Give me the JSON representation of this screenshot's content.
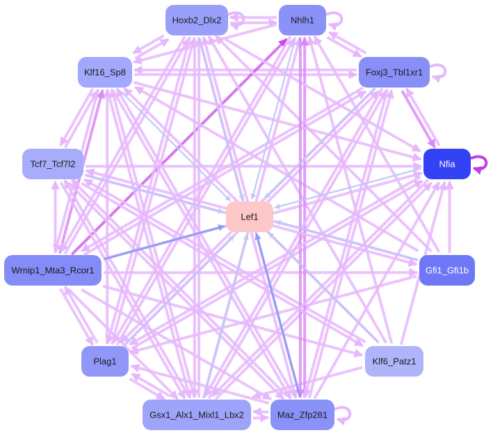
{
  "diagram": {
    "type": "gene-regulatory-network",
    "colors": {
      "edge_pink": "#e6b8fb",
      "edge_violet": "#d98cf5",
      "edge_strong": "#c94ae8",
      "edge_blue": "#c0c8f7",
      "edge_blue_strong": "#8e9cf2",
      "lef1_fill": "#fcc8c8",
      "nfia_fill": "#3442f5",
      "self_loop_nfia": "#c13ee0"
    },
    "nodes": [
      {
        "id": "Hoxb2_Dlx2",
        "label": "Hoxb2_Dlx2",
        "fill": "#9aa0fa",
        "text": "#1a1a1a"
      },
      {
        "id": "Nhlh1",
        "label": "Nhlh1",
        "fill": "#8a92f8",
        "text": "#1a1a1a"
      },
      {
        "id": "Klf16_Sp8",
        "label": "Klf16_Sp8",
        "fill": "#a2a8fb",
        "text": "#1a1a1a"
      },
      {
        "id": "Foxj3_Tbl1xr1",
        "label": "Foxj3_Tbl1xr1",
        "fill": "#8890f8",
        "text": "#1a1a1a"
      },
      {
        "id": "Tcf7_Tcf7l2",
        "label": "Tcf7_Tcf7l2",
        "fill": "#a7adfb",
        "text": "#1a1a1a"
      },
      {
        "id": "Nfia",
        "label": "Nfia",
        "fill": "#3442f5",
        "text": "#ffffff"
      },
      {
        "id": "Lef1",
        "label": "Lef1",
        "fill": "#fcc8c8",
        "text": "#1a1a1a"
      },
      {
        "id": "Wrnip1_Mta3_Rcor1",
        "label": "Wrnip1_Mta3_Rcor1",
        "fill": "#848cf7",
        "text": "#1a1a1a"
      },
      {
        "id": "Gfi1_Gfi1b",
        "label": "Gfi1_Gfi1b",
        "fill": "#6e78f6",
        "text": "#ffffff"
      },
      {
        "id": "Plag1",
        "label": "Plag1",
        "fill": "#9197f9",
        "text": "#1a1a1a"
      },
      {
        "id": "Klf6_Patz1",
        "label": "Klf6_Patz1",
        "fill": "#b0b5fb",
        "text": "#1a1a1a"
      },
      {
        "id": "Gsx1_Alx1_Mixl1_Lbx2",
        "label": "Gsx1_Alx1_Mixl1_Lbx2",
        "fill": "#9ea4fa",
        "text": "#1a1a1a"
      },
      {
        "id": "Maz_Zfp281",
        "label": "Maz_Zfp281",
        "fill": "#8a92f8",
        "text": "#1a1a1a"
      }
    ],
    "edges": [
      {
        "from": "Hoxb2_Dlx2",
        "to": "Nhlh1",
        "kind": "pink"
      },
      {
        "from": "Nhlh1",
        "to": "Hoxb2_Dlx2",
        "kind": "pink"
      },
      {
        "from": "Hoxb2_Dlx2",
        "to": "Klf16_Sp8",
        "kind": "pink"
      },
      {
        "from": "Klf16_Sp8",
        "to": "Hoxb2_Dlx2",
        "kind": "pink"
      },
      {
        "from": "Klf16_Sp8",
        "to": "Foxj3_Tbl1xr1",
        "kind": "pink"
      },
      {
        "from": "Foxj3_Tbl1xr1",
        "to": "Klf16_Sp8",
        "kind": "pink"
      },
      {
        "from": "Nhlh1",
        "to": "Foxj3_Tbl1xr1",
        "kind": "pink"
      },
      {
        "from": "Foxj3_Tbl1xr1",
        "to": "Nhlh1",
        "kind": "pink"
      },
      {
        "from": "Foxj3_Tbl1xr1",
        "to": "Nfia",
        "kind": "violet"
      },
      {
        "from": "Nfia",
        "to": "Foxj3_Tbl1xr1",
        "kind": "pink"
      },
      {
        "from": "Klf16_Sp8",
        "to": "Tcf7_Tcf7l2",
        "kind": "pink"
      },
      {
        "from": "Tcf7_Tcf7l2",
        "to": "Klf16_Sp8",
        "kind": "pink"
      },
      {
        "from": "Tcf7_Tcf7l2",
        "to": "Nfia",
        "kind": "pink"
      },
      {
        "from": "Wrnip1_Mta3_Rcor1",
        "to": "Tcf7_Tcf7l2",
        "kind": "pink"
      },
      {
        "from": "Wrnip1_Mta3_Rcor1",
        "to": "Nhlh1",
        "kind": "strong"
      },
      {
        "from": "Wrnip1_Mta3_Rcor1",
        "to": "Nfia",
        "kind": "pink"
      },
      {
        "from": "Wrnip1_Mta3_Rcor1",
        "to": "Gfi1_Gfi1b",
        "kind": "pink"
      },
      {
        "from": "Wrnip1_Mta3_Rcor1",
        "to": "Plag1",
        "kind": "pink"
      },
      {
        "from": "Plag1",
        "to": "Wrnip1_Mta3_Rcor1",
        "kind": "pink"
      },
      {
        "from": "Wrnip1_Mta3_Rcor1",
        "to": "Hoxb2_Dlx2",
        "kind": "pink"
      },
      {
        "from": "Wrnip1_Mta3_Rcor1",
        "to": "Klf16_Sp8",
        "kind": "violet"
      },
      {
        "from": "Wrnip1_Mta3_Rcor1",
        "to": "Foxj3_Tbl1xr1",
        "kind": "pink"
      },
      {
        "from": "Wrnip1_Mta3_Rcor1",
        "to": "Klf6_Patz1",
        "kind": "pink"
      },
      {
        "from": "Wrnip1_Mta3_Rcor1",
        "to": "Maz_Zfp281",
        "kind": "pink"
      },
      {
        "from": "Wrnip1_Mta3_Rcor1",
        "to": "Gsx1_Alx1_Mixl1_Lbx2",
        "kind": "pink"
      },
      {
        "from": "Gfi1_Gfi1b",
        "to": "Nfia",
        "kind": "pink"
      },
      {
        "from": "Gfi1_Gfi1b",
        "to": "Klf16_Sp8",
        "kind": "pink"
      },
      {
        "from": "Gfi1_Gfi1b",
        "to": "Tcf7_Tcf7l2",
        "kind": "pink"
      },
      {
        "from": "Gfi1_Gfi1b",
        "to": "Hoxb2_Dlx2",
        "kind": "pink"
      },
      {
        "from": "Gfi1_Gfi1b",
        "to": "Nhlh1",
        "kind": "pink"
      },
      {
        "from": "Gfi1_Gfi1b",
        "to": "Plag1",
        "kind": "pink"
      },
      {
        "from": "Klf6_Patz1",
        "to": "Klf16_Sp8",
        "kind": "pink"
      },
      {
        "from": "Klf6_Patz1",
        "to": "Hoxb2_Dlx2",
        "kind": "pink"
      },
      {
        "from": "Klf6_Patz1",
        "to": "Nhlh1",
        "kind": "pink"
      },
      {
        "from": "Klf6_Patz1",
        "to": "Tcf7_Tcf7l2",
        "kind": "pink"
      },
      {
        "from": "Klf6_Patz1",
        "to": "Nfia",
        "kind": "pink"
      },
      {
        "from": "Klf6_Patz1",
        "to": "Gsx1_Alx1_Mixl1_Lbx2",
        "kind": "pink"
      },
      {
        "from": "Plag1",
        "to": "Klf16_Sp8",
        "kind": "pink"
      },
      {
        "from": "Plag1",
        "to": "Hoxb2_Dlx2",
        "kind": "pink"
      },
      {
        "from": "Plag1",
        "to": "Nhlh1",
        "kind": "pink"
      },
      {
        "from": "Plag1",
        "to": "Foxj3_Tbl1xr1",
        "kind": "pink"
      },
      {
        "from": "Plag1",
        "to": "Nfia",
        "kind": "pink"
      },
      {
        "from": "Plag1",
        "to": "Gsx1_Alx1_Mixl1_Lbx2",
        "kind": "pink"
      },
      {
        "from": "Gsx1_Alx1_Mixl1_Lbx2",
        "to": "Plag1",
        "kind": "pink"
      },
      {
        "from": "Gsx1_Alx1_Mixl1_Lbx2",
        "to": "Maz_Zfp281",
        "kind": "pink"
      },
      {
        "from": "Maz_Zfp281",
        "to": "Gsx1_Alx1_Mixl1_Lbx2",
        "kind": "pink"
      },
      {
        "from": "Gsx1_Alx1_Mixl1_Lbx2",
        "to": "Klf16_Sp8",
        "kind": "pink"
      },
      {
        "from": "Gsx1_Alx1_Mixl1_Lbx2",
        "to": "Hoxb2_Dlx2",
        "kind": "pink"
      },
      {
        "from": "Gsx1_Alx1_Mixl1_Lbx2",
        "to": "Nhlh1",
        "kind": "pink"
      },
      {
        "from": "Gsx1_Alx1_Mixl1_Lbx2",
        "to": "Foxj3_Tbl1xr1",
        "kind": "pink"
      },
      {
        "from": "Gsx1_Alx1_Mixl1_Lbx2",
        "to": "Nfia",
        "kind": "pink"
      },
      {
        "from": "Gsx1_Alx1_Mixl1_Lbx2",
        "to": "Tcf7_Tcf7l2",
        "kind": "pink"
      },
      {
        "from": "Maz_Zfp281",
        "to": "Nhlh1",
        "kind": "violet"
      },
      {
        "from": "Maz_Zfp281",
        "to": "Klf16_Sp8",
        "kind": "pink"
      },
      {
        "from": "Maz_Zfp281",
        "to": "Hoxb2_Dlx2",
        "kind": "pink"
      },
      {
        "from": "Maz_Zfp281",
        "to": "Foxj3_Tbl1xr1",
        "kind": "pink"
      },
      {
        "from": "Maz_Zfp281",
        "to": "Nfia",
        "kind": "pink"
      },
      {
        "from": "Maz_Zfp281",
        "to": "Tcf7_Tcf7l2",
        "kind": "pink"
      },
      {
        "from": "Maz_Zfp281",
        "to": "Plag1",
        "kind": "pink"
      },
      {
        "from": "Hoxb2_Dlx2",
        "to": "Gsx1_Alx1_Mixl1_Lbx2",
        "kind": "pink"
      },
      {
        "from": "Hoxb2_Dlx2",
        "to": "Plag1",
        "kind": "pink"
      },
      {
        "from": "Hoxb2_Dlx2",
        "to": "Maz_Zfp281",
        "kind": "pink"
      },
      {
        "from": "Hoxb2_Dlx2",
        "to": "Nfia",
        "kind": "pink"
      },
      {
        "from": "Hoxb2_Dlx2",
        "to": "Wrnip1_Mta3_Rcor1",
        "kind": "pink"
      },
      {
        "from": "Klf16_Sp8",
        "to": "Maz_Zfp281",
        "kind": "pink"
      },
      {
        "from": "Klf16_Sp8",
        "to": "Gsx1_Alx1_Mixl1_Lbx2",
        "kind": "pink"
      },
      {
        "from": "Klf16_Sp8",
        "to": "Nfia",
        "kind": "pink"
      },
      {
        "from": "Klf16_Sp8",
        "to": "Wrnip1_Mta3_Rcor1",
        "kind": "pink"
      },
      {
        "from": "Foxj3_Tbl1xr1",
        "to": "Gsx1_Alx1_Mixl1_Lbx2",
        "kind": "pink"
      },
      {
        "from": "Foxj3_Tbl1xr1",
        "to": "Plag1",
        "kind": "pink"
      },
      {
        "from": "Foxj3_Tbl1xr1",
        "to": "Wrnip1_Mta3_Rcor1",
        "kind": "pink"
      },
      {
        "from": "Foxj3_Tbl1xr1",
        "to": "Maz_Zfp281",
        "kind": "pink"
      },
      {
        "from": "Nhlh1",
        "to": "Maz_Zfp281",
        "kind": "violet"
      },
      {
        "from": "Nhlh1",
        "to": "Klf16_Sp8",
        "kind": "pink"
      },
      {
        "from": "Nhlh1",
        "to": "Plag1",
        "kind": "pink"
      },
      {
        "from": "Tcf7_Tcf7l2",
        "to": "Gsx1_Alx1_Mixl1_Lbx2",
        "kind": "pink"
      },
      {
        "from": "Tcf7_Tcf7l2",
        "to": "Maz_Zfp281",
        "kind": "pink"
      },
      {
        "from": "Tcf7_Tcf7l2",
        "to": "Klf6_Patz1",
        "kind": "pink"
      },
      {
        "from": "Tcf7_Tcf7l2",
        "to": "Gfi1_Gfi1b",
        "kind": "pink"
      },
      {
        "from": "Nfia",
        "to": "Gsx1_Alx1_Mixl1_Lbx2",
        "kind": "pink"
      },
      {
        "from": "Nfia",
        "to": "Plag1",
        "kind": "pink"
      },
      {
        "from": "Hoxb2_Dlx2",
        "to": "Lef1",
        "kind": "blue"
      },
      {
        "from": "Nhlh1",
        "to": "Lef1",
        "kind": "blue"
      },
      {
        "from": "Klf16_Sp8",
        "to": "Lef1",
        "kind": "blue"
      },
      {
        "from": "Foxj3_Tbl1xr1",
        "to": "Lef1",
        "kind": "blue"
      },
      {
        "from": "Tcf7_Tcf7l2",
        "to": "Lef1",
        "kind": "blue"
      },
      {
        "from": "Nfia",
        "to": "Lef1",
        "kind": "blue"
      },
      {
        "from": "Wrnip1_Mta3_Rcor1",
        "to": "Lef1",
        "kind": "blue_strong"
      },
      {
        "from": "Gfi1_Gfi1b",
        "to": "Lef1",
        "kind": "blue"
      },
      {
        "from": "Plag1",
        "to": "Lef1",
        "kind": "blue"
      },
      {
        "from": "Klf6_Patz1",
        "to": "Lef1",
        "kind": "blue"
      },
      {
        "from": "Gsx1_Alx1_Mixl1_Lbx2",
        "to": "Lef1",
        "kind": "blue"
      },
      {
        "from": "Maz_Zfp281",
        "to": "Lef1",
        "kind": "blue_strong"
      }
    ],
    "self_loops": [
      {
        "node": "Hoxb2_Dlx2",
        "kind": "pink"
      },
      {
        "node": "Nhlh1",
        "kind": "pink"
      },
      {
        "node": "Foxj3_Tbl1xr1",
        "kind": "pink"
      },
      {
        "node": "Nfia",
        "kind": "nfia"
      },
      {
        "node": "Maz_Zfp281",
        "kind": "pink"
      }
    ]
  }
}
